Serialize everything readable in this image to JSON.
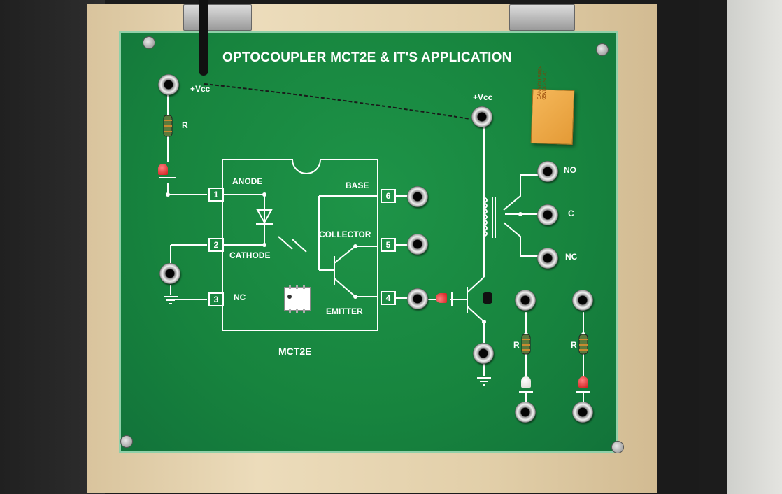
{
  "board": {
    "title": "OPTOCOUPLER MCT2E & IT'S APPLICATION",
    "vcc_left": "+Vcc",
    "vcc_right": "+Vcc",
    "r_left": "R",
    "r_mid": "R",
    "r_right": "R",
    "ic_name": "MCT2E",
    "pins": {
      "p1": "1",
      "p2": "2",
      "p3": "3",
      "p4": "4",
      "p5": "5",
      "p6": "6",
      "anode": "ANODE",
      "cathode": "CATHODE",
      "nc": "NC",
      "base": "BASE",
      "collector": "COLLECTOR",
      "emitter": "EMITTER"
    },
    "relay": {
      "no": "NO",
      "c": "C",
      "nc": "NC",
      "marking": "SANYOU SRD-05VDC-SL-C"
    }
  },
  "colors": {
    "pcb": "#17843e",
    "frame": "#e2cfa9",
    "silkscreen": "#ffffff",
    "led_red": "#e02020",
    "relay": "#eea848"
  }
}
